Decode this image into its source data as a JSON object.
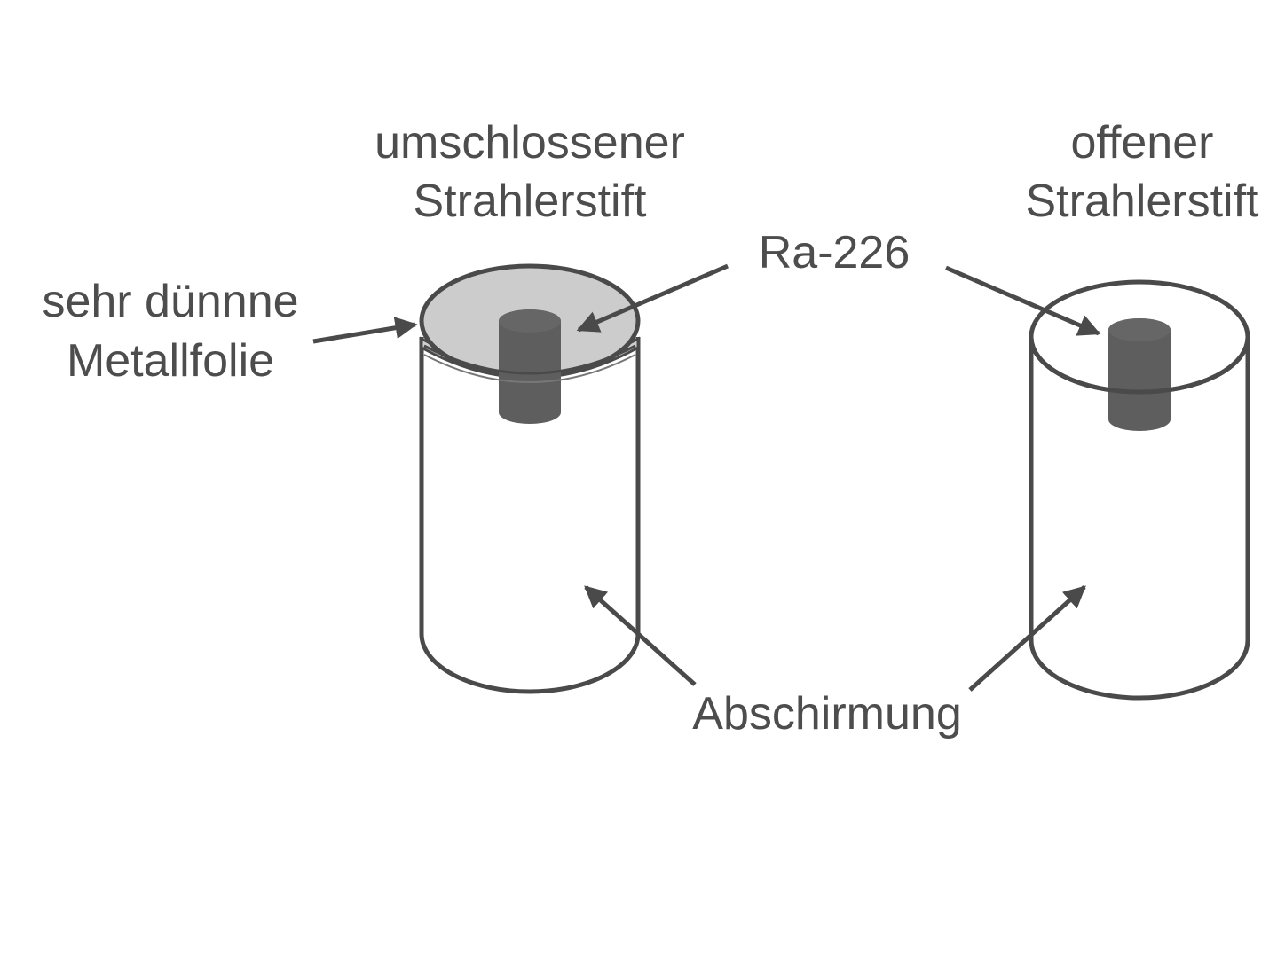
{
  "labels": {
    "closed_title_line1": "umschlossener",
    "closed_title_line2": "Strahlerstift",
    "open_title_line1": "offener",
    "open_title_line2": "Strahlerstift",
    "foil_line1": "sehr dünnne",
    "foil_line2": "Metallfolie",
    "source": "Ra-226",
    "shielding": "Abschirmung"
  },
  "colors": {
    "outline": "#4a4a4a",
    "text": "#4d4d4d",
    "foil": "#cccccc",
    "source_pin": "#5e5e5e",
    "background": "#ffffff"
  }
}
